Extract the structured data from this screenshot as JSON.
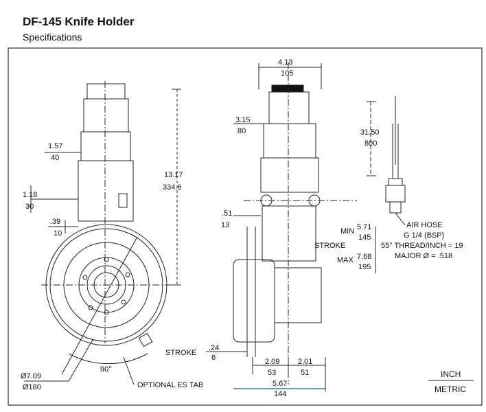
{
  "header": {
    "title": "DF-145 Knife Holder",
    "subtitle": "Specifications"
  },
  "dimensions": {
    "left_view": {
      "d1_57": "1.57",
      "d40": "40",
      "d1_18": "1.18",
      "d30": "30",
      "d39": ".39",
      "d10": "10",
      "d13_17": "13.17",
      "d334_6": "334.6",
      "dia_in": "Ø7.09",
      "dia_mm": "Ø180",
      "angle": "90°",
      "es_tab": "OPTIONAL ES TAB"
    },
    "middle_view": {
      "d4_13": "4.13",
      "d105": "105",
      "d3_15": "3.15",
      "d80": "80",
      "d51": ".51",
      "d13": "13",
      "min_label": "MIN",
      "min_in": "5.71",
      "min_mm": "145",
      "stroke_label": "STROKE",
      "max_label": "MAX",
      "max_in": "7.68",
      "max_mm": "195",
      "stroke2_label": "STROKE",
      "s_in": ".24",
      "s_mm": "6",
      "d2_09": "2.09",
      "d53": "53",
      "d2_01": "2.01",
      "d51b": "51",
      "d5_67": "5.67",
      "d144": "144"
    },
    "right_view": {
      "d31_50": "31.50",
      "d800": "800",
      "note1": "AIR HOSE",
      "note2": "G 1/4 (BSP)",
      "note3": "55° THREAD/INCH = 19",
      "note4": "MAJOR Ø = .518"
    }
  },
  "legend": {
    "unit_top": "INCH",
    "unit_bottom": "METRIC"
  },
  "colors": {
    "line": "#222222",
    "green_line": "#2e8b57"
  }
}
